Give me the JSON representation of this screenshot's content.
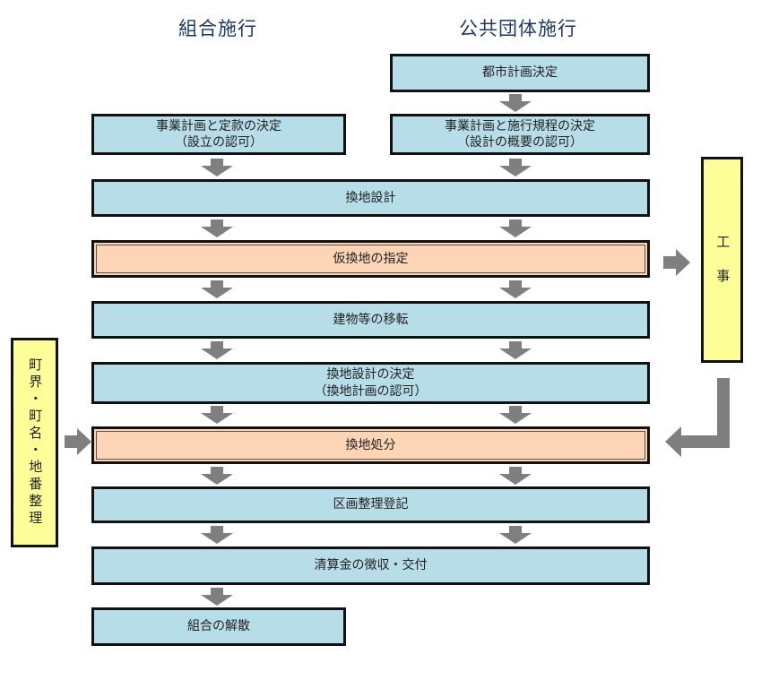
{
  "headings": {
    "left": "組合施行",
    "right": "公共団体施行"
  },
  "boxes": {
    "toshi": "都市計画決定",
    "kumiai_plan": [
      "事業計画と定款の決定",
      "（設立の認可）"
    ],
    "kokyo_plan": [
      "事業計画と施行規程の決定",
      "（設計の概要の認可）"
    ],
    "kanchi_sekkei": "換地設計",
    "karikanchi": "仮換地の指定",
    "iten": "建物等の移転",
    "kettei": [
      "換地設計の決定",
      "（換地計画の認可）"
    ],
    "shobun": "換地処分",
    "toki": "区画整理登記",
    "seisan": "清算金の徴収・交付",
    "kaisan": "組合の解散"
  },
  "side": {
    "koji": "工　事",
    "chokai": "町界・町名・地番整理"
  },
  "colors": {
    "blue": "#b7dde8",
    "peach": "#fbd5b5",
    "yellow": "#ffff99",
    "arrow": "#7f7f7f",
    "heading": "#1f3864"
  }
}
